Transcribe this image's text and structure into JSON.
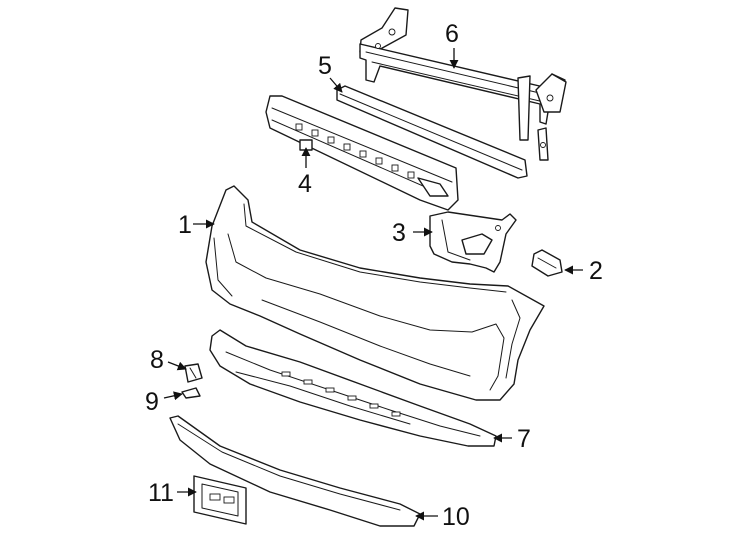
{
  "colors": {
    "line": "#1a1a1a",
    "fill": "#ffffff",
    "text": "#111111"
  },
  "callouts": {
    "c1": "1",
    "c2": "2",
    "c3": "3",
    "c4": "4",
    "c5": "5",
    "c6": "6",
    "c7": "7",
    "c8": "8",
    "c9": "9",
    "c10": "10",
    "c11": "11"
  }
}
